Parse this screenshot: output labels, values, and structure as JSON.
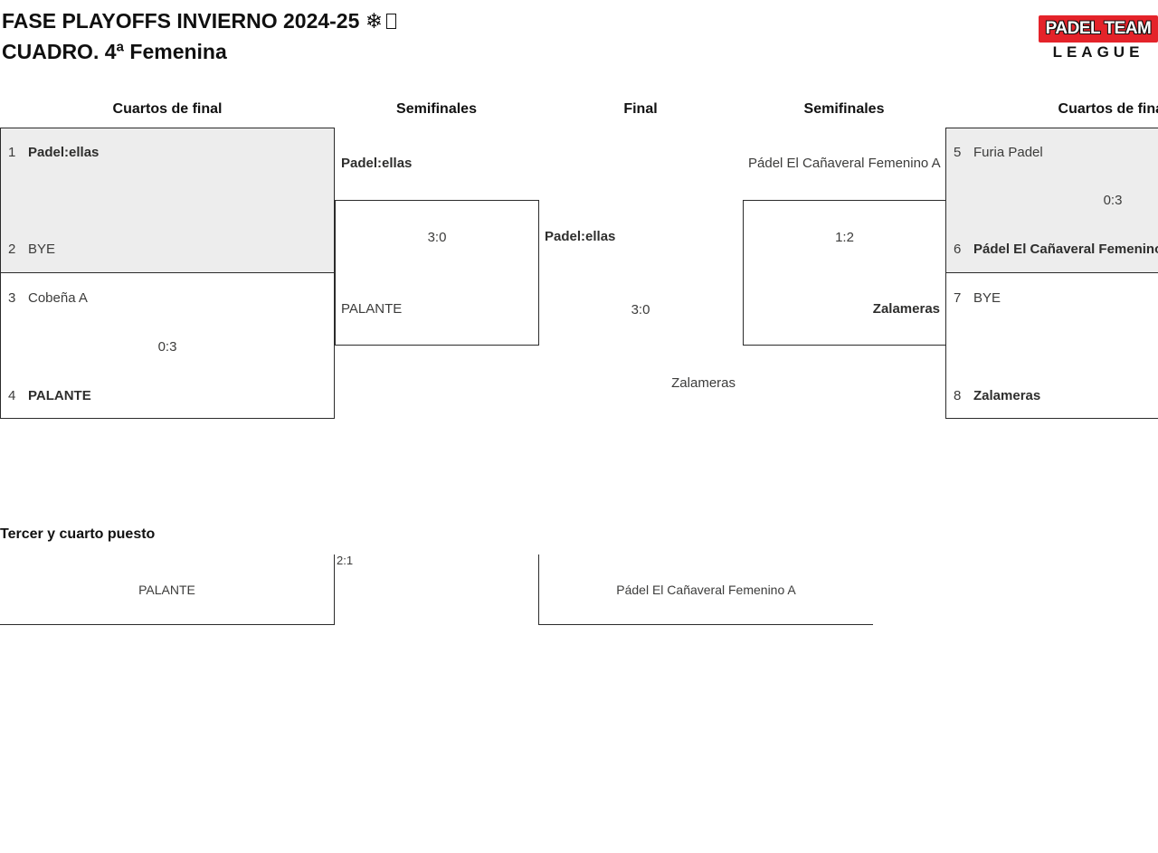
{
  "page": {
    "title": "FASE PLAYOFFS INVIERNO 2024-25 ❄",
    "subtitle": "CUADRO. 4ª Femenina"
  },
  "logo": {
    "line1": "PADEL TEAM",
    "line2": "LEAGUE",
    "red": "#e4232a"
  },
  "rounds": [
    "Cuartos de final",
    "Semifinales",
    "Final",
    "Semifinales",
    "Cuartos de final"
  ],
  "bracket": {
    "qf1": {
      "seed1": "1",
      "team1": "Padel:ellas",
      "seed2": "2",
      "team2": "BYE",
      "winner": "Padel:ellas"
    },
    "qf2": {
      "seed1": "3",
      "team1": "Cobeña A",
      "score": "0:3",
      "seed2": "4",
      "team2": "PALANTE",
      "winner": "PALANTE"
    },
    "qf3": {
      "seed1": "5",
      "team1": "Furia Padel",
      "score": "0:3",
      "seed2": "6",
      "team2": "Pádel El Cañaveral Femenino A",
      "winner": "Pádel El Cañaveral Femenino A"
    },
    "qf4": {
      "seed1": "7",
      "team1": "BYE",
      "seed2": "8",
      "team2": "Zalameras",
      "winner": "Zalameras"
    },
    "sf1": {
      "team1": "Padel:ellas",
      "score": "3:0",
      "team2": "PALANTE",
      "winner": "Padel:ellas"
    },
    "sf2": {
      "team1": "Pádel El Cañaveral Femenino A",
      "score": "1:2",
      "team2": "Zalameras",
      "winner": "Zalameras"
    },
    "final": {
      "team1": "Padel:ellas",
      "score": "3:0",
      "team2": "Zalameras",
      "winner": "Padel:ellas"
    }
  },
  "third_place": {
    "heading": "Tercer y cuarto puesto",
    "team1": "PALANTE",
    "score": "2:1",
    "team2": "Pádel El Cañaveral Femenino A"
  },
  "colors": {
    "shaded_box": "#ededed",
    "border": "#2b2b2b",
    "logo_red": "#e4232a"
  }
}
